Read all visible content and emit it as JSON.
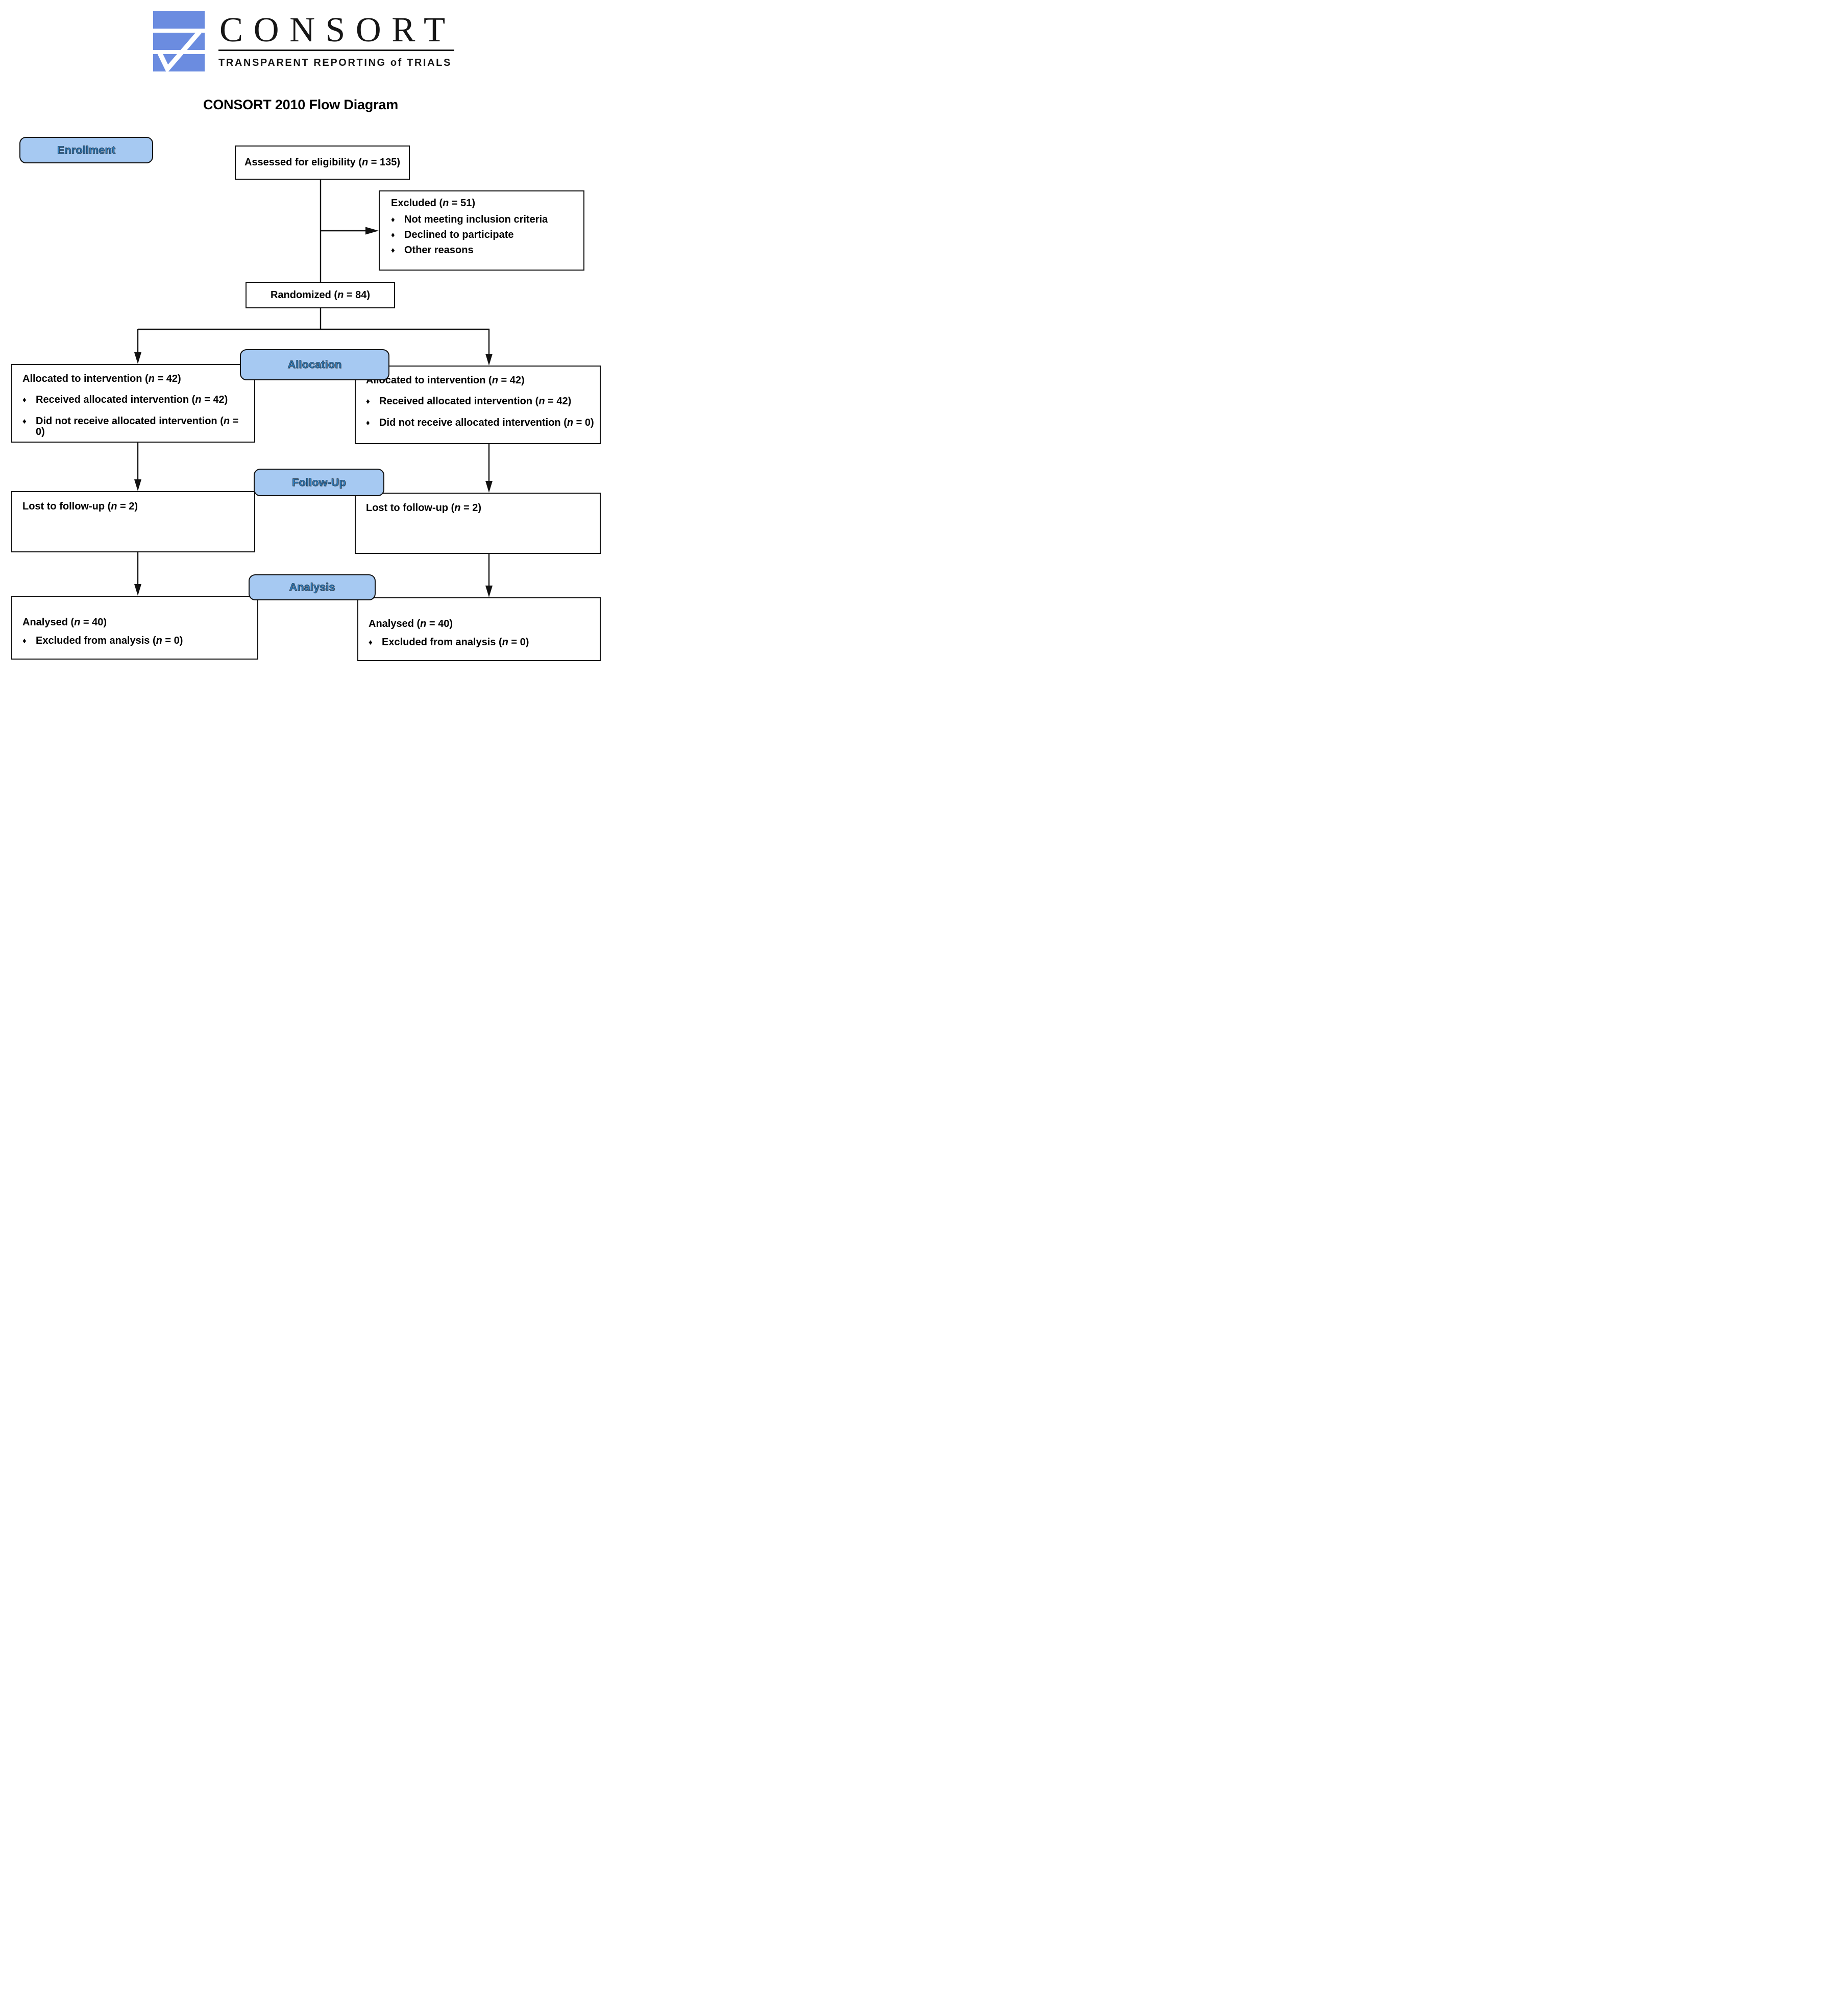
{
  "colors": {
    "logo_blue": "#6b8ce0",
    "label_fill": "#a6c9f2",
    "label_text": "#2e7cbd",
    "line_black": "#111111"
  },
  "glyphs": {
    "bullet": "♦"
  },
  "header": {
    "wordmark": "CONSORT",
    "tagline": "TRANSPARENT REPORTING of TRIALS",
    "title": "CONSORT 2010 Flow Diagram"
  },
  "stages": {
    "enrollment": "Enrollment",
    "allocation": "Allocation",
    "followup": "Follow-Up",
    "analysis": "Analysis"
  },
  "flow": {
    "assessed": {
      "line": [
        {
          "t": "Assessed for eligibility ("
        },
        {
          "t": "n",
          "i": true
        },
        {
          "t": " = 135)"
        }
      ]
    },
    "excluded": {
      "title": [
        {
          "t": "Excluded ("
        },
        {
          "t": "n",
          "i": true
        },
        {
          "t": " = 51)"
        }
      ],
      "bullets": [
        [
          {
            "t": "Not meeting inclusion criteria"
          }
        ],
        [
          {
            "t": "Declined to participate"
          }
        ],
        [
          {
            "t": "Other reasons"
          }
        ]
      ]
    },
    "randomized": {
      "line": [
        {
          "t": "Randomized ("
        },
        {
          "t": "n",
          "i": true
        },
        {
          "t": " = 84)"
        }
      ]
    },
    "allocation": {
      "left": {
        "title": [
          {
            "t": "Allocated to intervention ("
          },
          {
            "t": "n",
            "i": true
          },
          {
            "t": " = 42)"
          }
        ],
        "bullets": [
          [
            {
              "t": "Received allocated intervention ("
            },
            {
              "t": "n",
              "i": true
            },
            {
              "t": " = 42)"
            }
          ],
          [
            {
              "t": "Did not receive allocated intervention ("
            },
            {
              "t": "n",
              "i": true
            },
            {
              "t": " = 0)"
            }
          ]
        ]
      },
      "right": {
        "title": [
          {
            "t": "Allocated to intervention ("
          },
          {
            "t": "n",
            "i": true
          },
          {
            "t": " = 42)"
          }
        ],
        "bullets": [
          [
            {
              "t": "Received allocated intervention ("
            },
            {
              "t": "n",
              "i": true
            },
            {
              "t": " = 42)"
            }
          ],
          [
            {
              "t": "Did not receive allocated intervention ("
            },
            {
              "t": "n",
              "i": true
            },
            {
              "t": " = 0)"
            }
          ]
        ]
      }
    },
    "followup": {
      "left": {
        "title": [
          {
            "t": "Lost to follow-up ("
          },
          {
            "t": "n",
            "i": true
          },
          {
            "t": " = 2)"
          }
        ]
      },
      "right": {
        "title": [
          {
            "t": "Lost to follow-up ("
          },
          {
            "t": "n",
            "i": true
          },
          {
            "t": " = 2)"
          }
        ]
      }
    },
    "analysis": {
      "left": {
        "title": [
          {
            "t": "Analysed ("
          },
          {
            "t": "n",
            "i": true
          },
          {
            "t": " = 40)"
          }
        ],
        "bullets": [
          [
            {
              "t": "Excluded from analysis ("
            },
            {
              "t": "n",
              "i": true
            },
            {
              "t": " = 0)"
            }
          ]
        ]
      },
      "right": {
        "title": [
          {
            "t": "Analysed ("
          },
          {
            "t": "n",
            "i": true
          },
          {
            "t": " = 40)"
          }
        ],
        "bullets": [
          [
            {
              "t": "Excluded from analysis ("
            },
            {
              "t": "n",
              "i": true
            },
            {
              "t": " = 0)"
            }
          ]
        ]
      }
    }
  }
}
